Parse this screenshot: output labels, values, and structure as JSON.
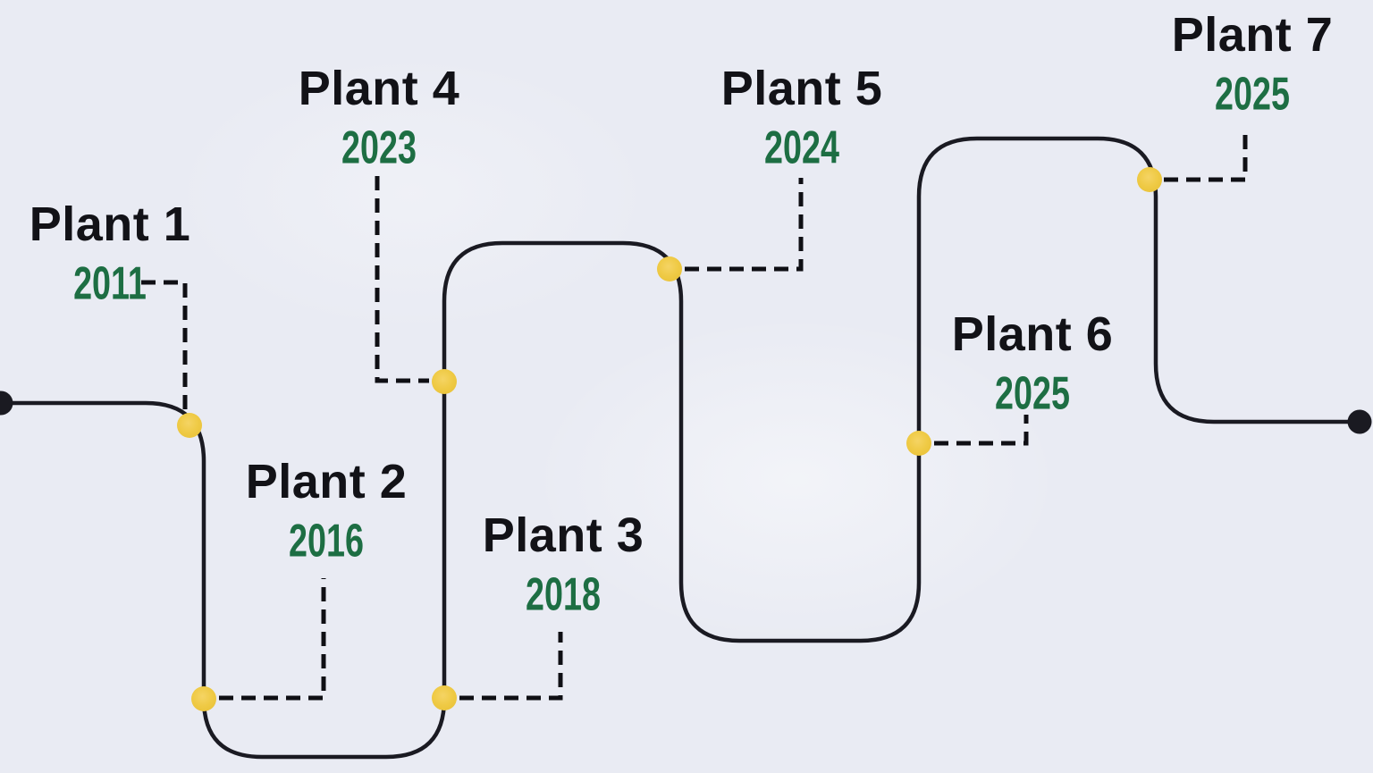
{
  "diagram": {
    "type": "timeline-roadmap",
    "milestones": [
      {
        "name": "Plant 1",
        "year": "2011"
      },
      {
        "name": "Plant 2",
        "year": "2016"
      },
      {
        "name": "Plant 3",
        "year": "2018"
      },
      {
        "name": "Plant 4",
        "year": "2023"
      },
      {
        "name": "Plant 5",
        "year": "2024"
      },
      {
        "name": "Plant 6",
        "year": "2025"
      },
      {
        "name": "Plant 7",
        "year": "2025"
      }
    ],
    "colors": {
      "background": "#e9ebf3",
      "path": "#1a1a22",
      "connector": "#0f0f14",
      "milestone_dot": "#eec942",
      "endpoint_dot": "#1a1a21",
      "year_text": "#1d6e43",
      "name_text": "#121217"
    }
  }
}
